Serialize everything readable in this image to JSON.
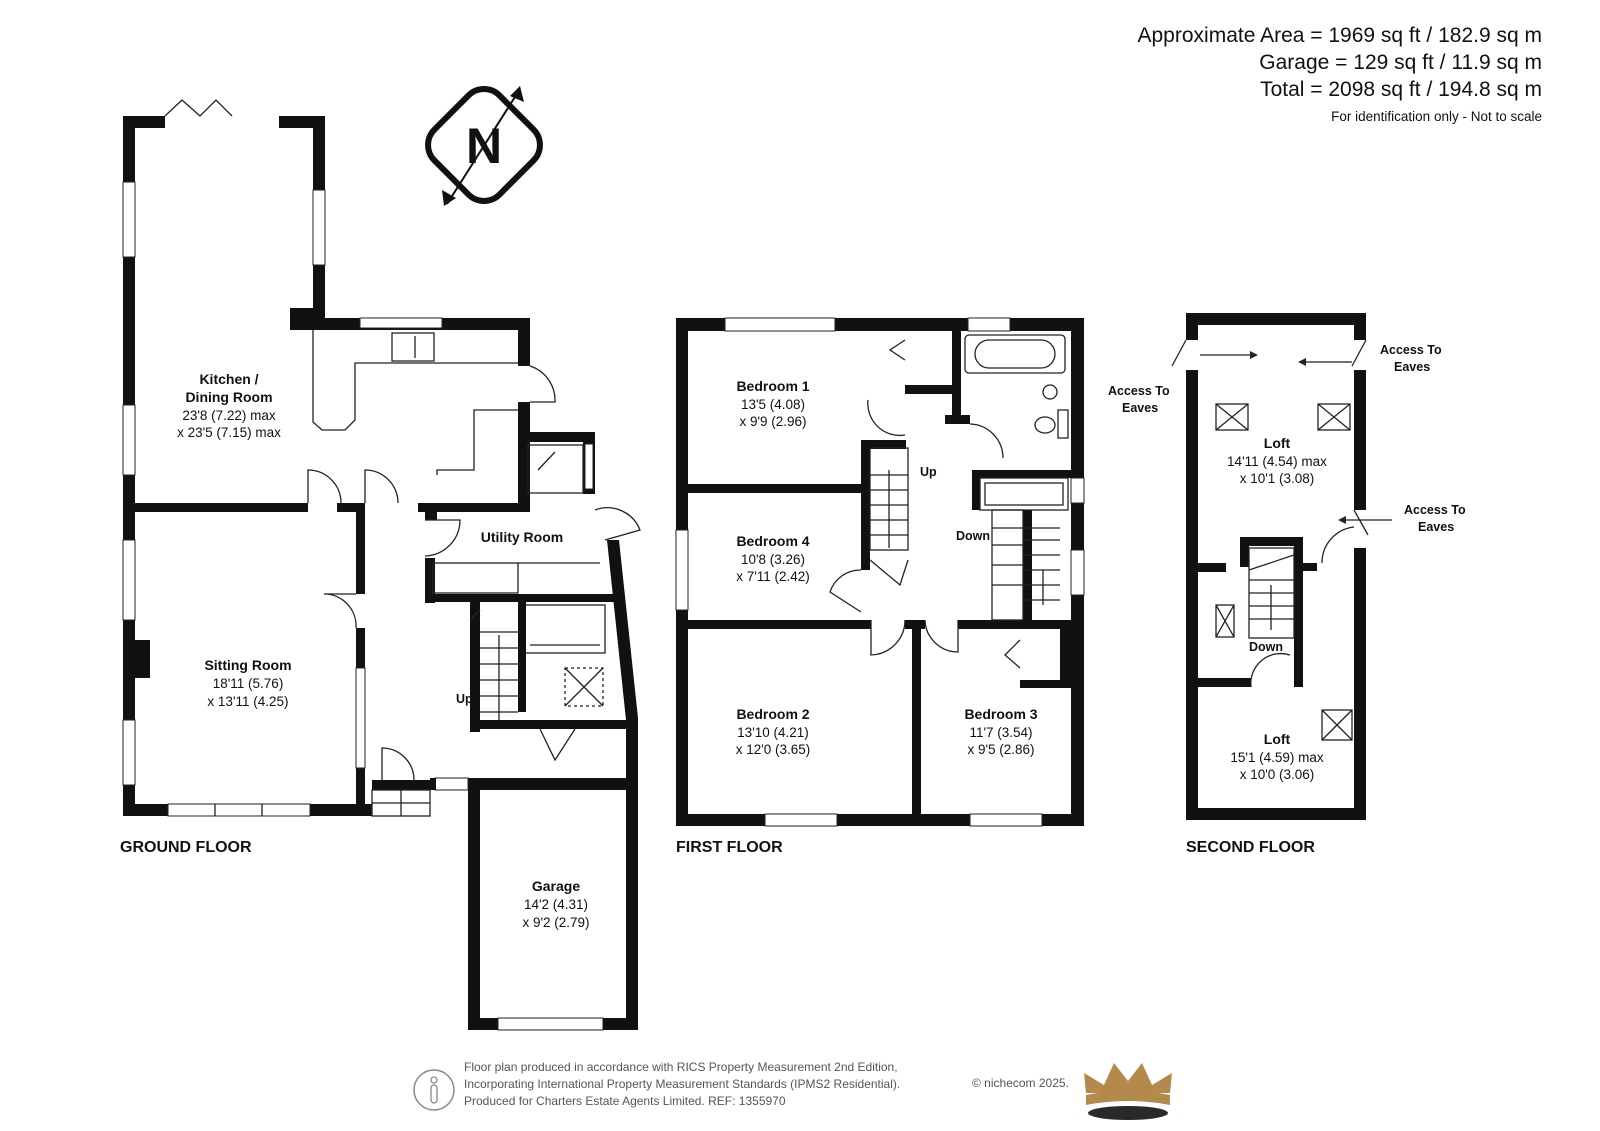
{
  "areas": {
    "approximate": "Approximate Area = 1969 sq ft / 182.9 sq m",
    "garage": "Garage = 129 sq ft / 11.9 sq m",
    "total": "Total = 2098 sq ft / 194.8 sq m",
    "note": "For identification only - Not to scale"
  },
  "compass": {
    "letter": "N"
  },
  "floors": {
    "ground": "GROUND FLOOR",
    "first": "FIRST FLOOR",
    "second": "SECOND FLOOR"
  },
  "rooms": {
    "kitchen": {
      "name1": "Kitchen /",
      "name2": "Dining Room",
      "dim1": "23'8 (7.22) max",
      "dim2": "x 23'5 (7.15) max"
    },
    "utility": {
      "name": "Utility Room"
    },
    "sitting": {
      "name": "Sitting Room",
      "dim1": "18'11 (5.76)",
      "dim2": "x 13'11 (4.25)"
    },
    "garage": {
      "name": "Garage",
      "dim1": "14'2 (4.31)",
      "dim2": "x 9'2 (2.79)"
    },
    "bed1": {
      "name": "Bedroom 1",
      "dim1": "13'5 (4.08)",
      "dim2": "x 9'9 (2.96)"
    },
    "bed4": {
      "name": "Bedroom 4",
      "dim1": "10'8 (3.26)",
      "dim2": "x 7'11 (2.42)"
    },
    "bed2": {
      "name": "Bedroom 2",
      "dim1": "13'10 (4.21)",
      "dim2": "x 12'0 (3.65)"
    },
    "bed3": {
      "name": "Bedroom 3",
      "dim1": "11'7 (3.54)",
      "dim2": "x 9'5 (2.86)"
    },
    "loft1": {
      "name": "Loft",
      "dim1": "14'11 (4.54) max",
      "dim2": "x 10'1 (3.08)"
    },
    "loft2": {
      "name": "Loft",
      "dim1": "15'1 (4.59) max",
      "dim2": "x 10'0 (3.06)"
    }
  },
  "labels": {
    "up": "Up",
    "down": "Down",
    "access_to": "Access To",
    "eaves": "Eaves"
  },
  "footer": {
    "line1": "Floor plan produced in accordance with RICS Property Measurement 2nd Edition,",
    "line2": "Incorporating International Property Measurement Standards (IPMS2 Residential).",
    "line3": "Produced for Charters Estate Agents Limited.    REF: 1355970",
    "brand": "© nichecom 2025."
  },
  "colors": {
    "wall": "#111111",
    "crown": "#b38a4b",
    "crown_base": "#2a2a2a"
  }
}
